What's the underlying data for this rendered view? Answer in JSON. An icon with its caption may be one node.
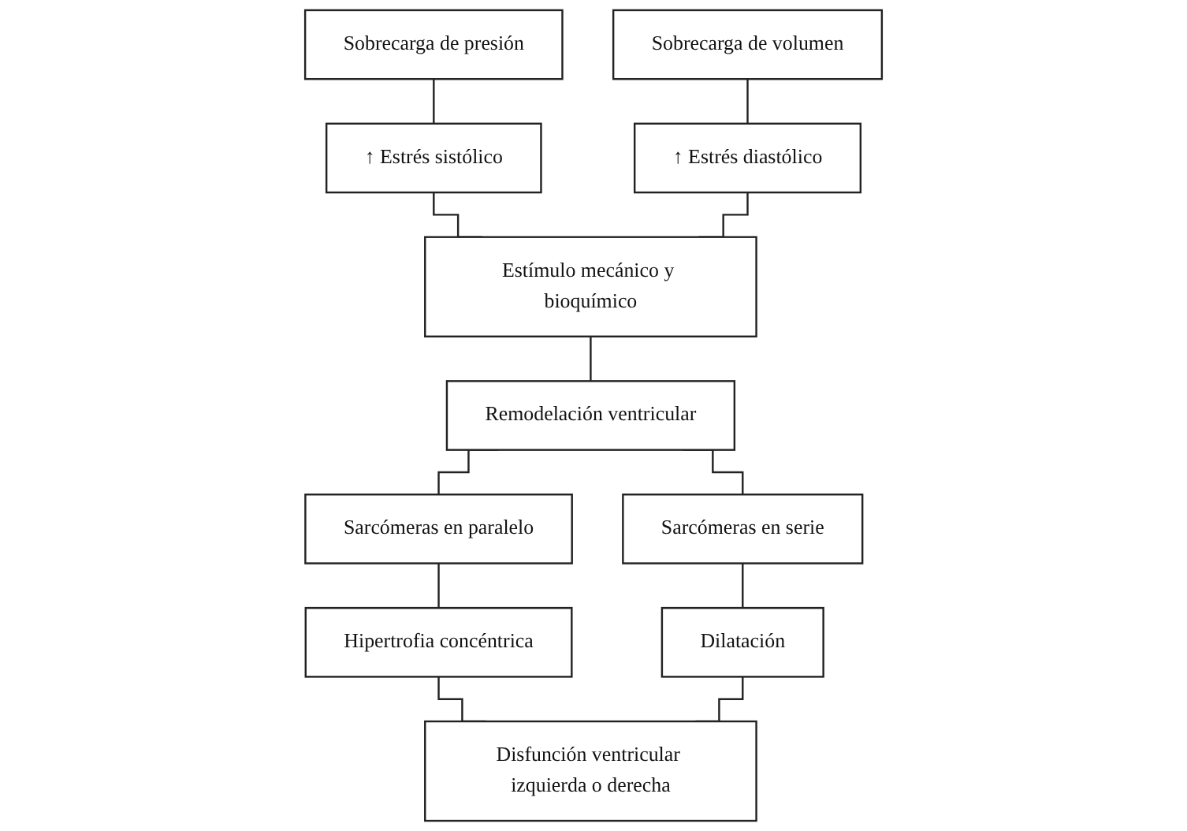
{
  "diagram": {
    "nodes": [
      {
        "text": [
          "Sobrecarga de presión"
        ]
      },
      {
        "text": [
          "Sobrecarga de volumen"
        ]
      },
      {
        "text": [
          "↑ Estrés sistólico"
        ]
      },
      {
        "text": [
          "↑ Estrés diastólico"
        ]
      },
      {
        "text": [
          "Estímulo mecánico y bioquímico"
        ]
      },
      {
        "text": [
          "Remodelación ventricular"
        ]
      },
      {
        "text": [
          "Sarcómeras en paralelo"
        ]
      },
      {
        "text": [
          "Sarcómeras en serie"
        ]
      },
      {
        "text": [
          "Hipertrofia concéntrica"
        ]
      },
      {
        "text": [
          "Dilatación"
        ]
      },
      {
        "text": [
          "Disfunción ventricular izquierda o derecha"
        ]
      }
    ],
    "edges": [
      {
        "from": 0,
        "to": 2,
        "arrow": "none"
      },
      {
        "from": 1,
        "to": 3,
        "arrow": "none"
      },
      {
        "from": 2,
        "to": 4,
        "arrow": "none"
      },
      {
        "from": 3,
        "to": 4,
        "arrow": "none"
      },
      {
        "from": 4,
        "to": 5,
        "arrow": "none"
      },
      {
        "from": 5,
        "to": 6,
        "arrow": "none"
      },
      {
        "from": 5,
        "to": 7,
        "arrow": "none"
      },
      {
        "from": 6,
        "to": 8,
        "arrow": "none"
      },
      {
        "from": 7,
        "to": 9,
        "arrow": "none"
      },
      {
        "from": 8,
        "to": 10,
        "arrow": "none"
      },
      {
        "from": 9,
        "to": 10,
        "arrow": "none"
      }
    ]
  }
}
